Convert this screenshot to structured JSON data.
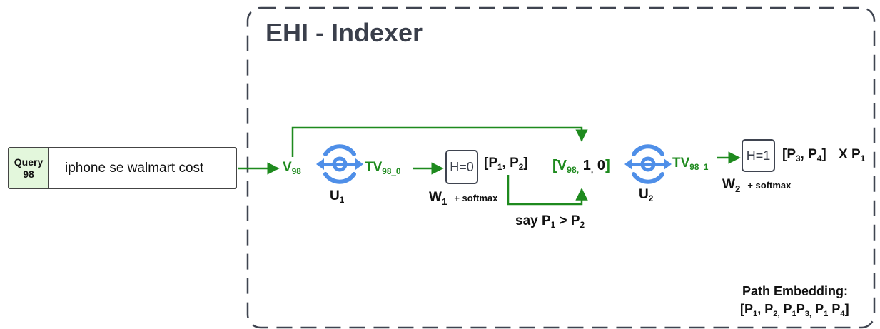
{
  "title": "EHI - Indexer",
  "query": {
    "tag_line1": "Query",
    "tag_line2": "98",
    "text": "iphone se walmart cost"
  },
  "v98": {
    "base": "V",
    "sub": "98"
  },
  "tv98_0": {
    "base": "TV",
    "sub": "98_0"
  },
  "tv98_1": {
    "base": "TV",
    "sub": "98_1"
  },
  "u1": {
    "base": "U",
    "sub": "1"
  },
  "u2": {
    "base": "U",
    "sub": "2"
  },
  "h0_label": "H=0",
  "h1_label": "H=1",
  "w1": {
    "base": "W",
    "sub": "1",
    "suffix": "+ softmax"
  },
  "w2": {
    "base": "W",
    "sub": "2",
    "suffix": "+ softmax"
  },
  "p12": {
    "open": "[P",
    "sub1": "1",
    "mid": ", P",
    "sub2": "2",
    "close": "]"
  },
  "p34": {
    "open": "[P",
    "sub1": "3",
    "mid": ", P",
    "sub2": "4",
    "close": "]"
  },
  "xp1": {
    "base": "X P",
    "sub": "1"
  },
  "say": {
    "pre": "say P",
    "sub1": "1",
    "mid": " > P",
    "sub2": "2"
  },
  "v98_vec": {
    "open": "[V",
    "sub": "98,",
    "one": " 1",
    "comma": ",",
    "zero": " 0",
    "close": "]"
  },
  "path_embedding": {
    "label": "Path Embedding:",
    "t0": "[P",
    "s1": "1",
    "t1": ", P",
    "s2": "2,",
    "t2": " P",
    "s3": "1",
    "t3": "P",
    "s4": "3,",
    "t4": " P",
    "s5": "1",
    "t5": " P",
    "s6": "4",
    "t6": "]"
  },
  "colors": {
    "green": "#1e8a1e",
    "blue": "#4f8fe8",
    "box_border": "#3f4450",
    "query_tag_bg": "#e3f7dc",
    "title": "#3a3f4b"
  },
  "icons": [
    "move-horizontal-icon",
    "move-horizontal-icon"
  ]
}
